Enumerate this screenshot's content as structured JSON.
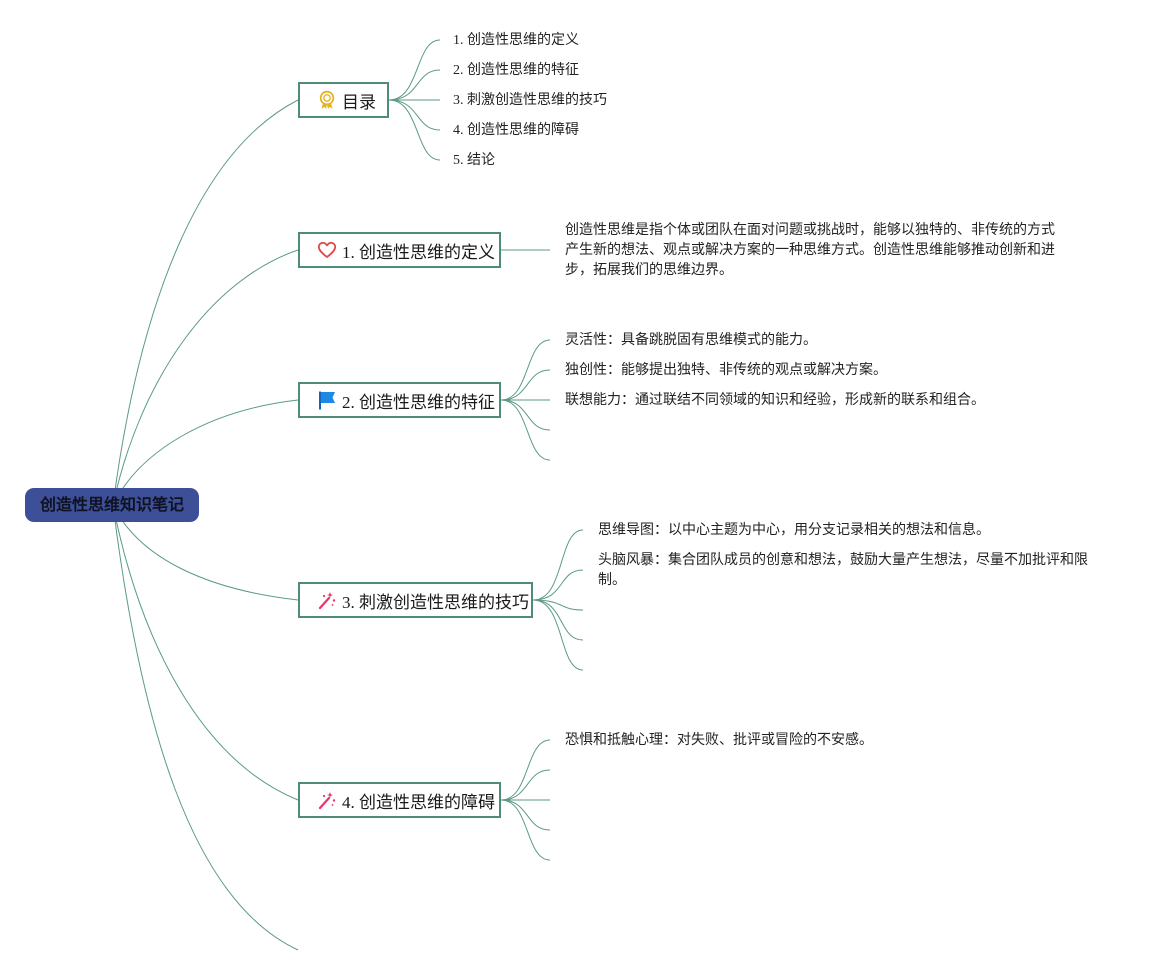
{
  "root": {
    "label": "创造性思维知识笔记"
  },
  "branches": [
    {
      "label": "目录",
      "icon": "award-ribbon-icon"
    },
    {
      "label": "1. 创造性思维的定义",
      "icon": "heart-icon"
    },
    {
      "label": "2. 创造性思维的特征",
      "icon": "blue-flag-icon"
    },
    {
      "label": "3. 刺激创造性思维的技巧",
      "icon": "magic-wand-icon"
    },
    {
      "label": "4. 创造性思维的障碍",
      "icon": "magic-wand-icon"
    }
  ],
  "toc": [
    "1. 创造性思维的定义",
    "2. 创造性思维的特征",
    "3. 刺激创造性思维的技巧",
    "4. 创造性思维的障碍",
    "5. 结论"
  ],
  "definition": "创造性思维是指个体或团队在面对问题或挑战时，能够以独特的、非传统的方式产生新的想法、观点或解决方案的一种思维方式。创造性思维能够推动创新和进步，拓展我们的思维边界。",
  "features": [
    "灵活性：具备跳脱固有思维模式的能力。",
    "独创性：能够提出独特、非传统的观点或解决方案。",
    "联想能力：通过联结不同领域的知识和经验，形成新的联系和组合。"
  ],
  "techniques": [
    "思维导图：以中心主题为中心，用分支记录相关的想法和信息。",
    "头脑风暴：集合团队成员的创意和想法，鼓励大量产生想法，尽量不加批评和限制。"
  ],
  "obstacles": [
    "恐惧和抵触心理：对失败、批评或冒险的不安感。"
  ],
  "colors": {
    "edge": "#5b9a84",
    "branch_border": "#4f8c78",
    "root_fill": "#3d4f96",
    "icon_gold": "#e6b422",
    "icon_red": "#e24a4a",
    "icon_blue": "#1e88e5",
    "icon_pink": "#e8336b"
  }
}
